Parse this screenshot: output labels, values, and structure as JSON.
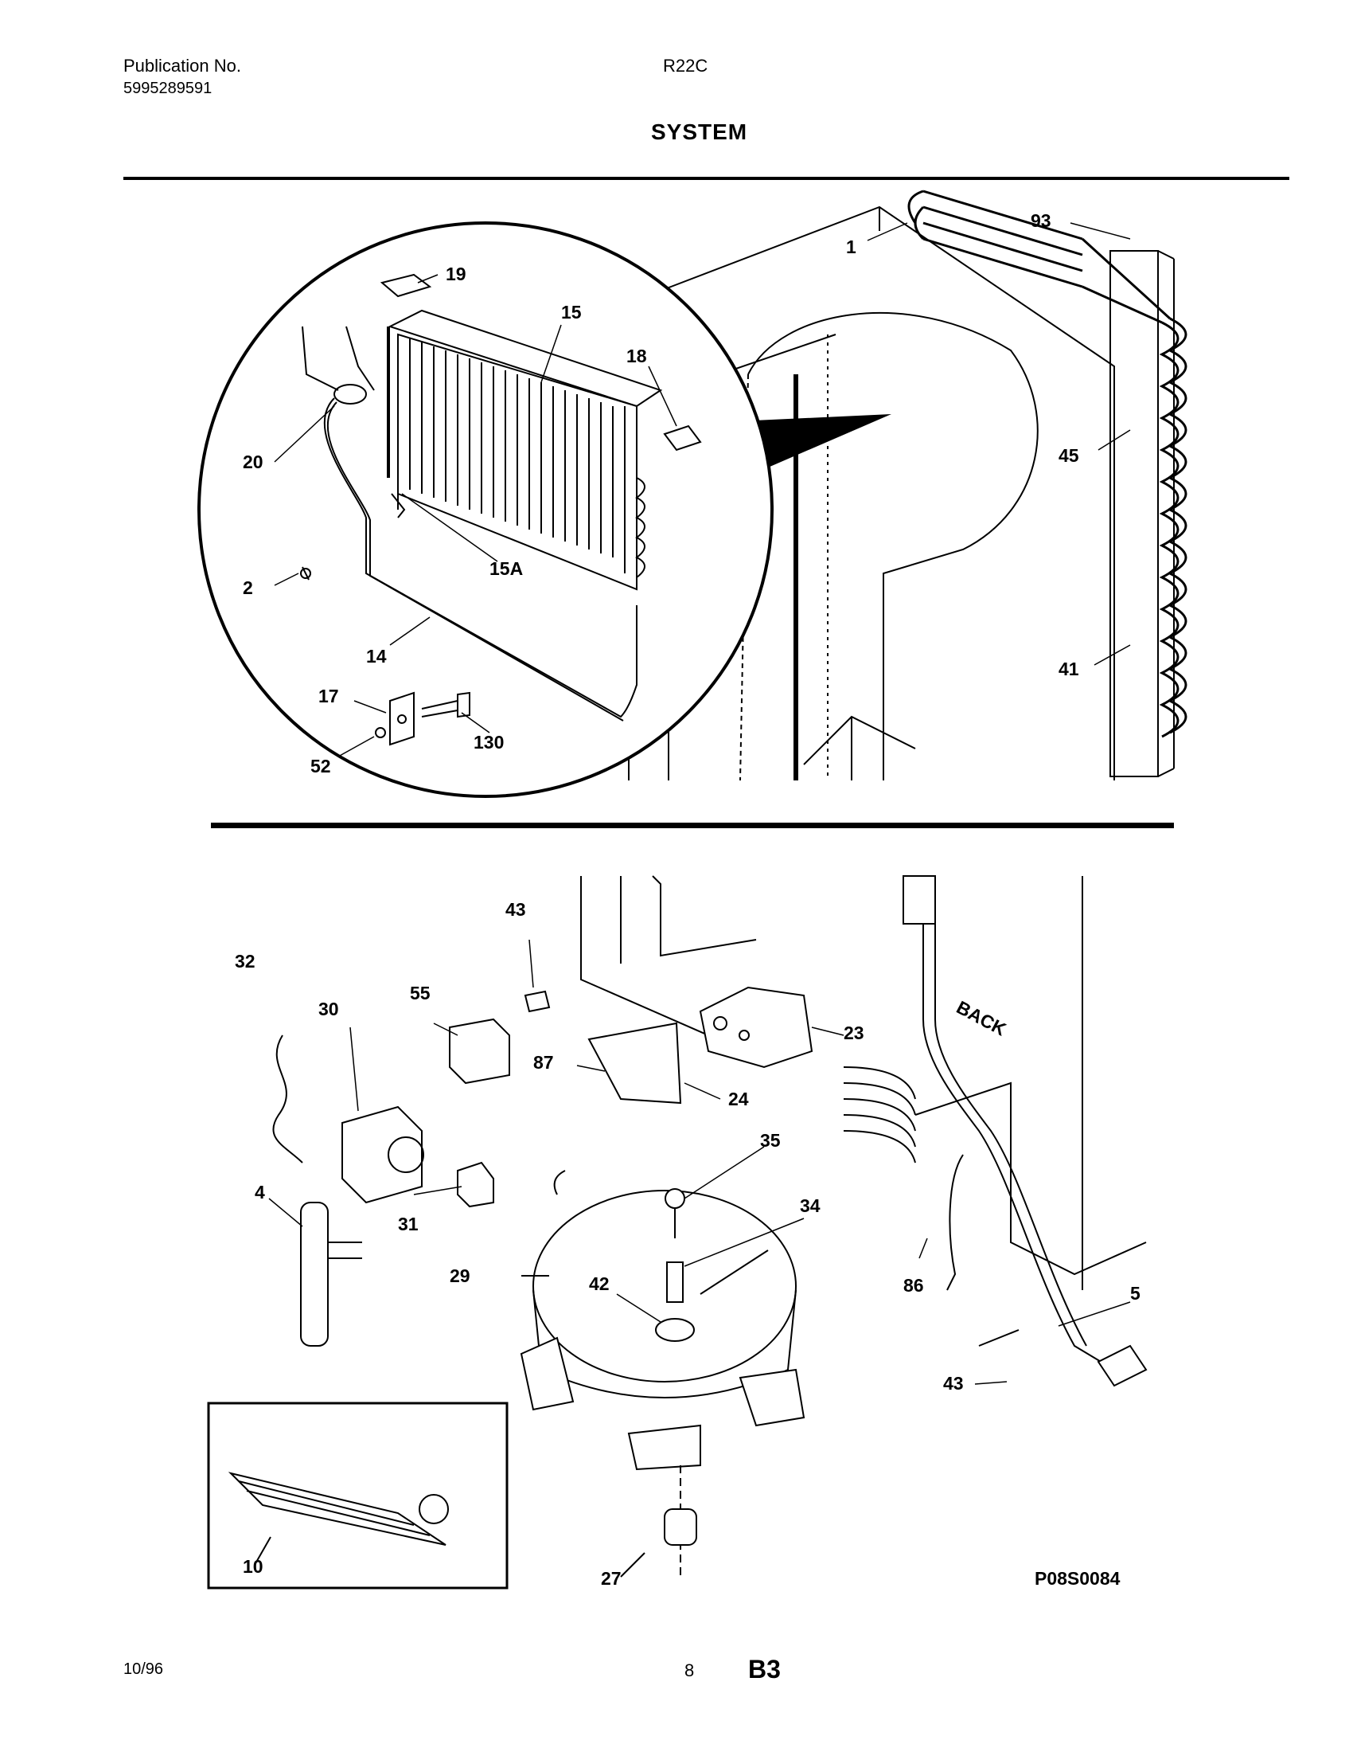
{
  "header": {
    "publication_label": "Publication No.",
    "publication_number": "5995289591",
    "model": "R22C",
    "title": "SYSTEM"
  },
  "callouts": {
    "c1": "1",
    "c93": "93",
    "c19": "19",
    "c15": "15",
    "c18": "18",
    "c20": "20",
    "c45": "45",
    "c15a": "15A",
    "c2": "2",
    "c14": "14",
    "c41": "41",
    "c17": "17",
    "c130": "130",
    "c52": "52",
    "c43a": "43",
    "c32": "32",
    "c30": "30",
    "c55": "55",
    "c87": "87",
    "c23": "23",
    "c24": "24",
    "c35": "35",
    "c4": "4",
    "c34": "34",
    "c31": "31",
    "c29": "29",
    "c42": "42",
    "c86": "86",
    "c5": "5",
    "c43b": "43",
    "c10": "10",
    "c27": "27"
  },
  "diagram_labels": {
    "back": "BACK",
    "drawing_code": "P08S0084"
  },
  "footer": {
    "date": "10/96",
    "page": "8",
    "section": "B3"
  }
}
